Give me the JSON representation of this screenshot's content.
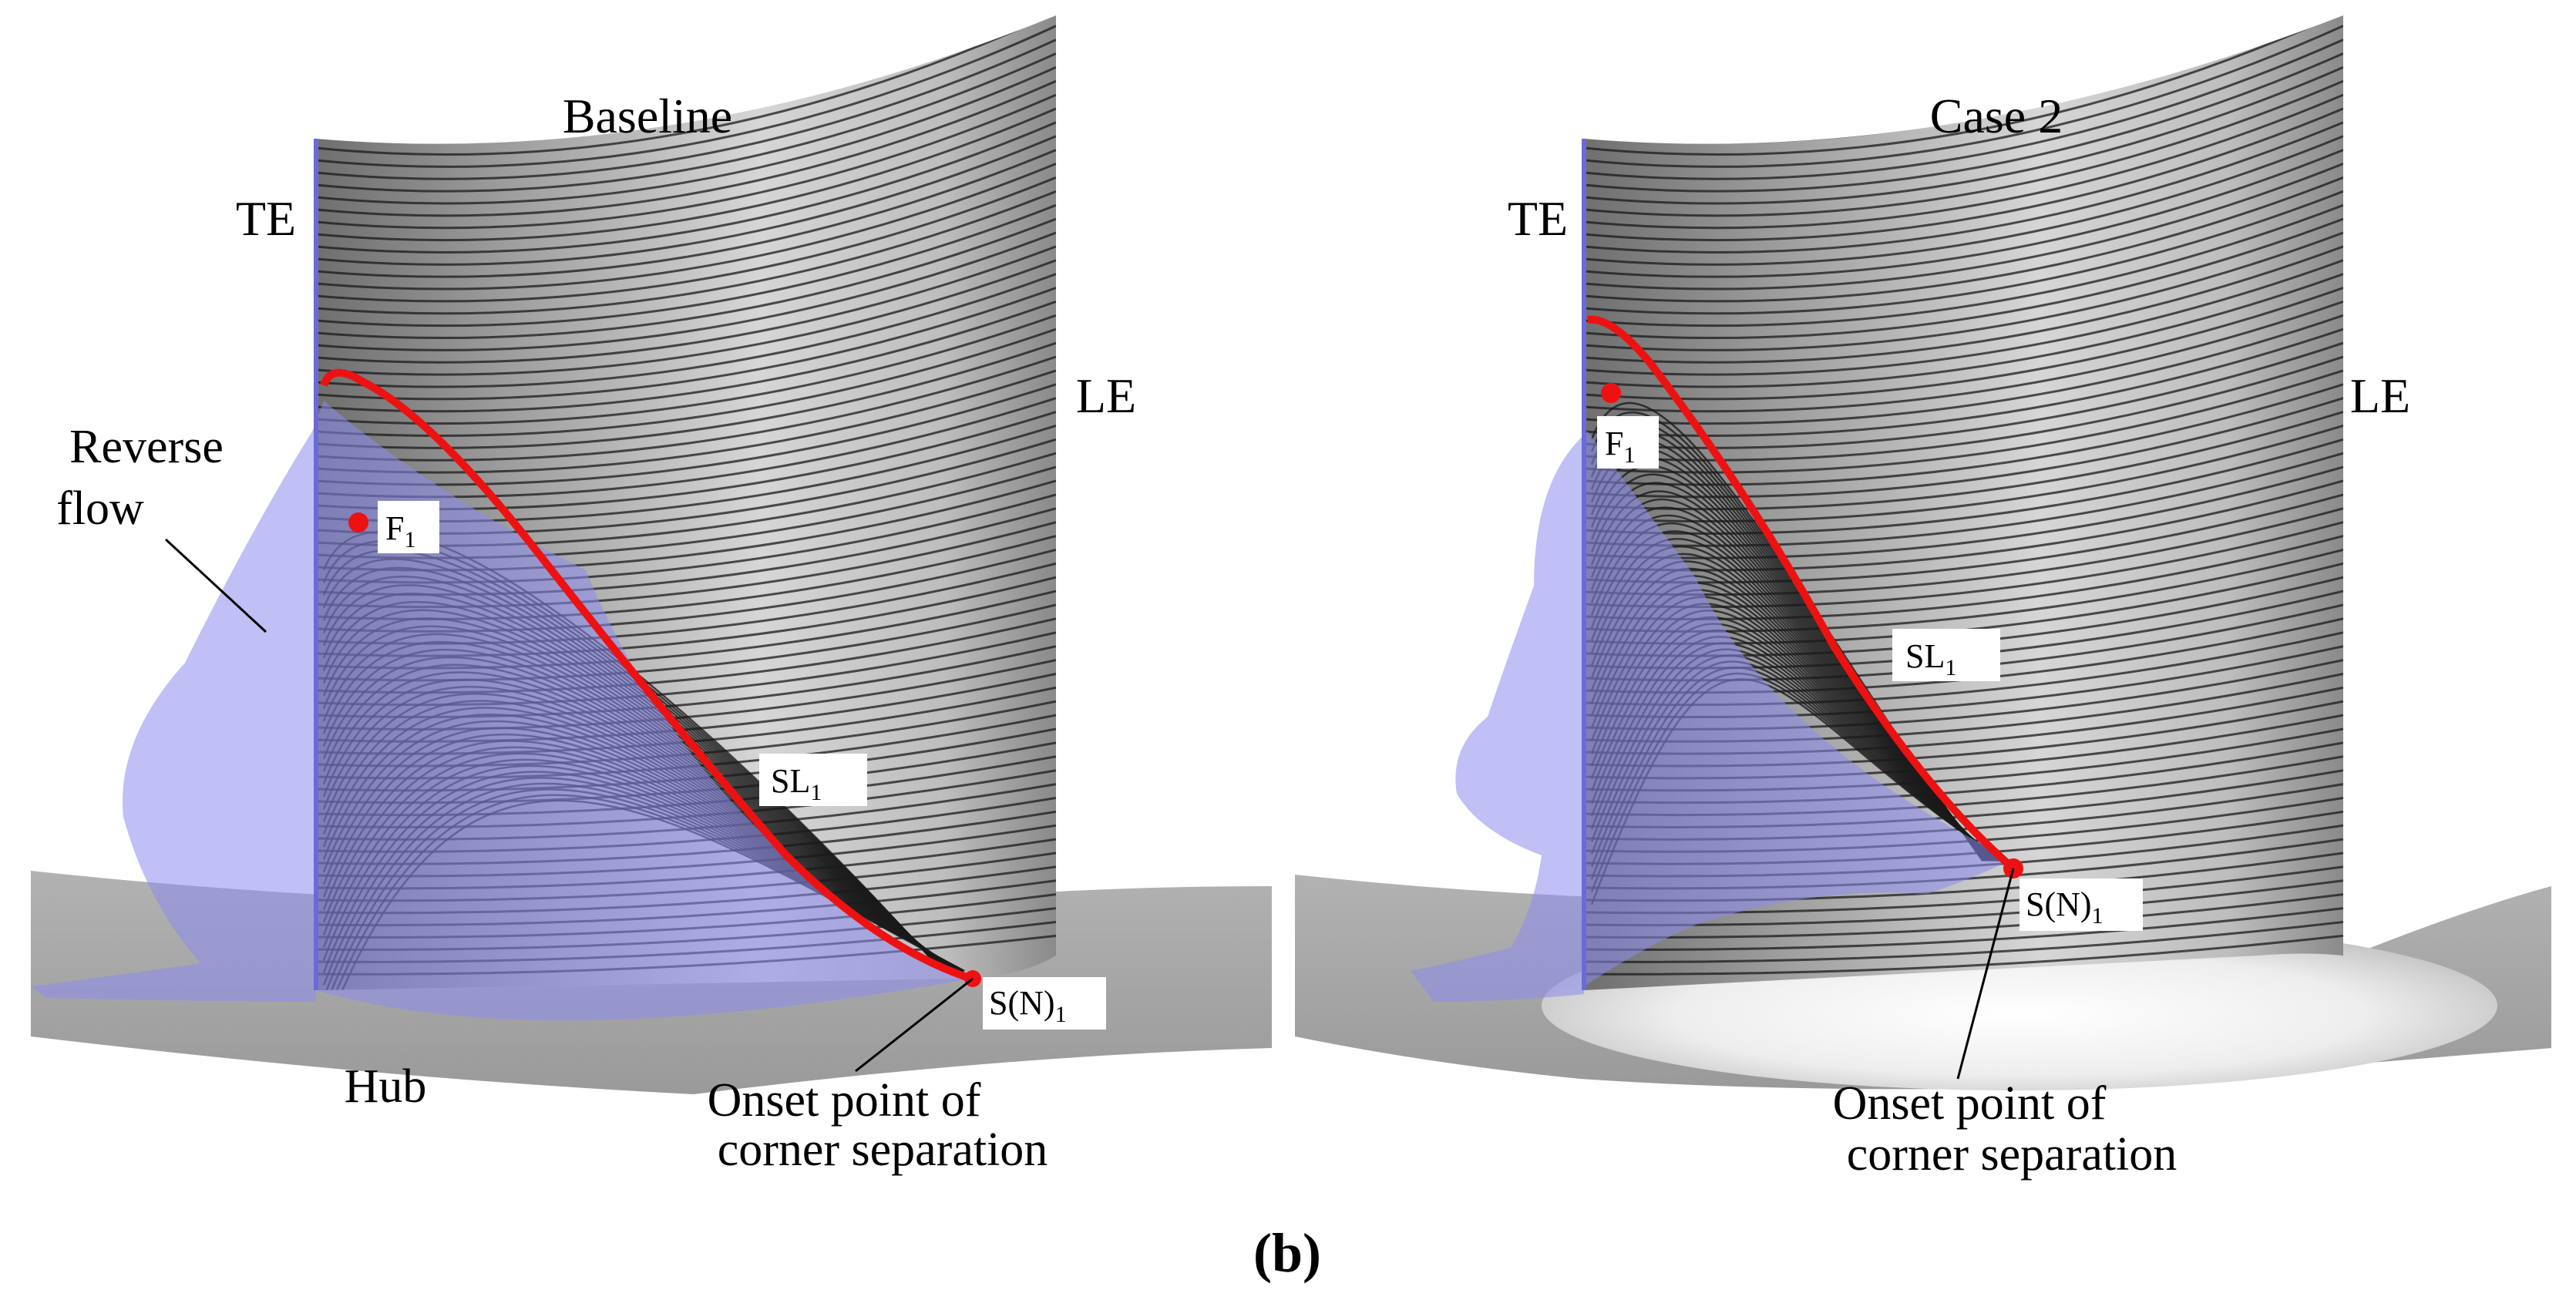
{
  "panels": [
    {
      "title": "Baseline",
      "te_label": "TE",
      "le_label": "LE",
      "reverse_flow_label_line1": "Reverse",
      "reverse_flow_label_line2": "flow",
      "focus_label": "F",
      "focus_sub": "1",
      "separation_line_label": "SL",
      "separation_line_sub": "1",
      "saddle_label": "S(N)",
      "saddle_sub": "1",
      "hub_label": "Hub",
      "onset_line1": "Onset point of",
      "onset_line2": "corner separation"
    },
    {
      "title": "Case 2",
      "te_label": "TE",
      "le_label": "LE",
      "focus_label": "F",
      "focus_sub": "1",
      "separation_line_label": "SL",
      "separation_line_sub": "1",
      "saddle_label": "S(N)",
      "saddle_sub": "1",
      "onset_line1": "Onset point of",
      "onset_line2": "corner separation"
    }
  ],
  "caption": "(b)",
  "colors": {
    "separation_line": "#ee1111",
    "reverse_flow": "#8c8cf0",
    "streamline": "#1a1a1a",
    "hub": "#a8a8a8"
  }
}
